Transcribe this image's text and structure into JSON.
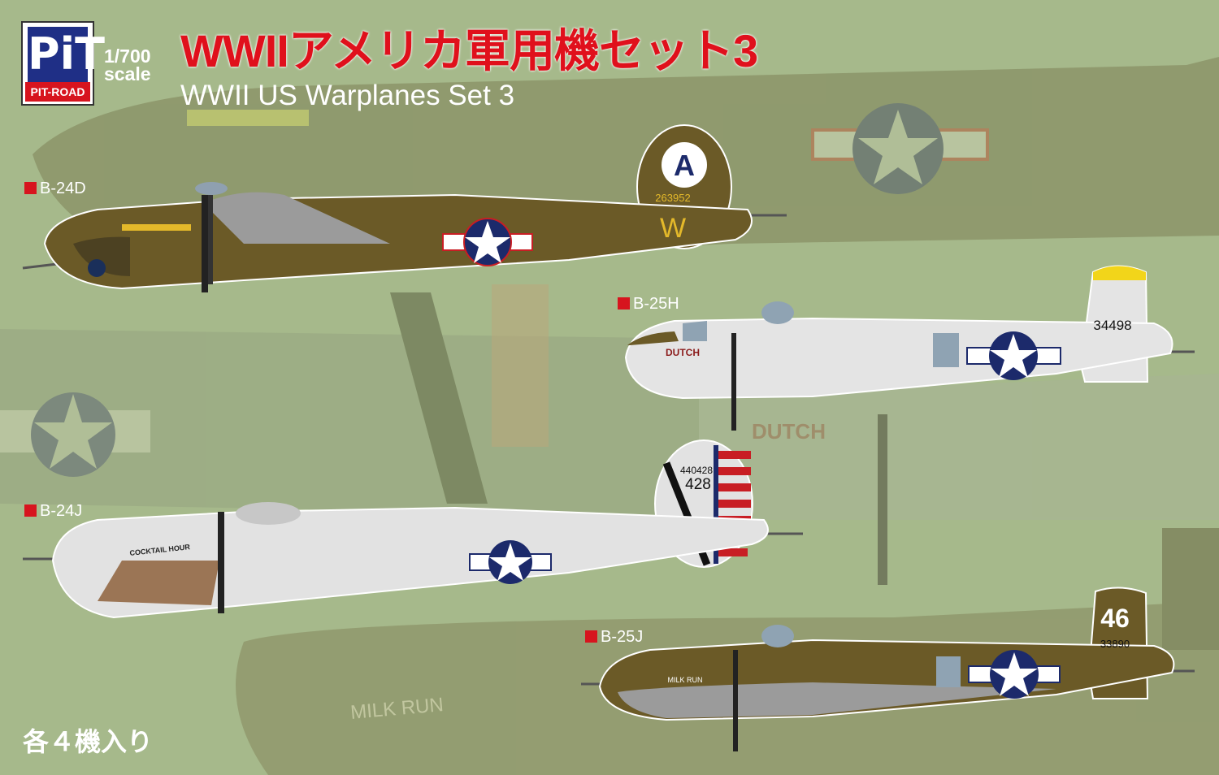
{
  "brand": {
    "logo_mark": "PiT",
    "logo_text": "PIT-ROAD",
    "scale_line1": "1/700",
    "scale_line2": "scale"
  },
  "title": "WWIIアメリカ軍用機セット3",
  "subtitle": "WWII US Warplanes Set 3",
  "aircraft": [
    {
      "label": "B-24D",
      "tail_letter": "A",
      "serial": "263952",
      "tail_mark": "W",
      "color": "#6b5a27"
    },
    {
      "label": "B-25H",
      "nose_art": "DUTCH",
      "serial": "34498",
      "color": "#e4e4e4"
    },
    {
      "label": "B-24J",
      "serial": "440428",
      "tail_number": "428",
      "nose_art": "COCKTAIL HOUR",
      "color": "#e2e2e2"
    },
    {
      "label": "B-25J",
      "tail_number": "46",
      "serial": "33890",
      "nose_art": "MILK RUN",
      "color": "#6b5a27"
    }
  ],
  "background_art": {
    "nose_art_1": "DUTCH",
    "nose_art_2": "MILK RUN"
  },
  "footer": "各４機入り",
  "colors": {
    "background": "#a6b98b",
    "title_red": "#e0101c",
    "insignia_blue": "#1c2a6b",
    "brand_blue": "#1f2f86"
  }
}
